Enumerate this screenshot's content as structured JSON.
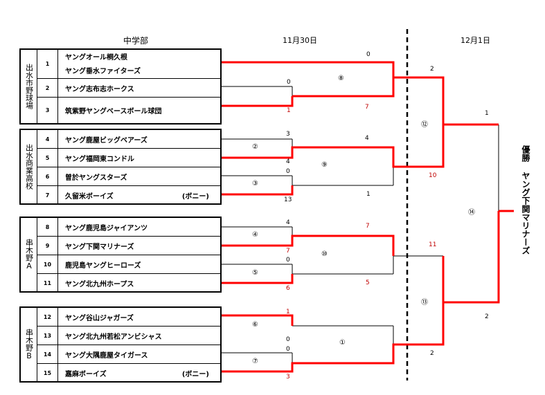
{
  "header": {
    "division": "中学部",
    "date1": "11月30日",
    "date2": "12月1日"
  },
  "groups": [
    {
      "venue": "出水市野球場",
      "rows": [
        {
          "num": "1",
          "team": "ヤングオール桐久根",
          "team2": "ヤング垂水ファイターズ",
          "tag": ""
        },
        {
          "num": "2",
          "team": "ヤング志布志ホークス",
          "tag": ""
        },
        {
          "num": "3",
          "team": "筑紫野ヤングベースボール球団",
          "tag": ""
        }
      ]
    },
    {
      "venue": "出水商業高校",
      "rows": [
        {
          "num": "4",
          "team": "ヤング鹿屋ビッグベアーズ",
          "tag": ""
        },
        {
          "num": "5",
          "team": "ヤング福岡東コンドル",
          "tag": ""
        },
        {
          "num": "6",
          "team": "曽於ヤングスターズ",
          "tag": ""
        },
        {
          "num": "7",
          "team": "久留米ボーイズ",
          "tag": "(ボニー)"
        }
      ]
    },
    {
      "venue": "串木野A",
      "rows": [
        {
          "num": "8",
          "team": "ヤング鹿児島ジャイアンツ",
          "tag": ""
        },
        {
          "num": "9",
          "team": "ヤング下関マリナーズ",
          "tag": ""
        },
        {
          "num": "10",
          "team": "鹿児島ヤングヒーローズ",
          "tag": ""
        },
        {
          "num": "11",
          "team": "ヤング北九州ホープス",
          "tag": ""
        }
      ]
    },
    {
      "venue": "串木野B",
      "rows": [
        {
          "num": "12",
          "team": "ヤング谷山ジャガーズ",
          "tag": ""
        },
        {
          "num": "13",
          "team": "ヤング北九州若松アンビシャス",
          "tag": ""
        },
        {
          "num": "14",
          "team": "ヤング大隅鹿屋タイガース",
          "tag": ""
        },
        {
          "num": "15",
          "team": "嘉麻ボーイズ",
          "tag": "(ボニー)"
        }
      ]
    }
  ],
  "games": {
    "g1": "①",
    "g2": "②",
    "g3": "③",
    "g4": "④",
    "g5": "⑤",
    "g6": "⑥",
    "g7": "⑦",
    "g8": "⑧",
    "g9": "⑨",
    "g10": "⑩",
    "g12": "⑫",
    "g13": "⑬",
    "g14": "⑭"
  },
  "scores": {
    "s_top_r": "0",
    "s2": "0",
    "s3": "1",
    "s_g8_b": "7",
    "s4": "3",
    "s5": "4",
    "s_g9_t": "4",
    "s6": "0",
    "s7": "13",
    "s_g9_b": "1",
    "s8": "4",
    "s9": "7",
    "s_g10_t": "7",
    "s10": "0",
    "s11": "6",
    "s_g10_b": "5",
    "s12": "1",
    "s13": "0",
    "s14": "0",
    "s15": "3",
    "s_g12_t": "2",
    "s_g12_b": "10",
    "s_g13_t": "11",
    "s_g13_b": "2",
    "s_f_t": "1",
    "s_f_b": "2"
  },
  "result": {
    "label": "優勝",
    "winner": "ヤング下関マリナーズ"
  },
  "colors": {
    "winner_line": "#ff0000",
    "score_red": "#c00000"
  }
}
